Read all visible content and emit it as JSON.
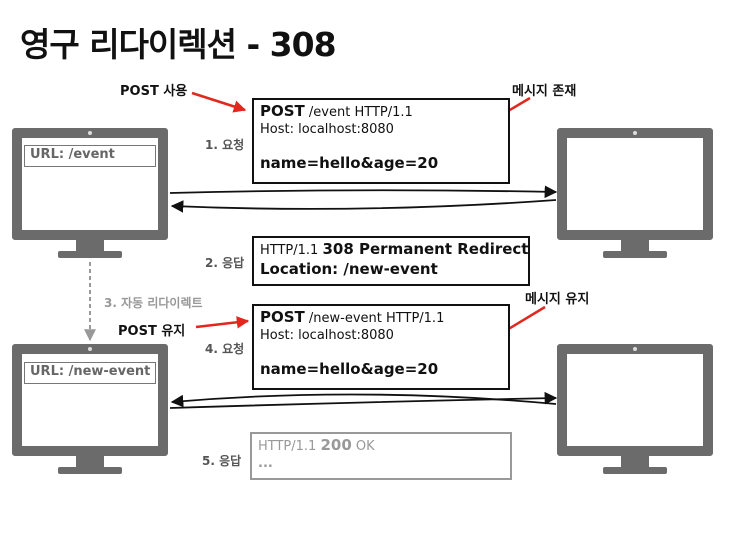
{
  "title": "영구 리다이렉션 - 308",
  "left_top_url": "URL: /event",
  "left_bottom_url": "URL: /new-event",
  "request1": {
    "method": "POST",
    "line1_rest": " /event HTTP/1.1",
    "host": "Host: localhost:8080",
    "body": "name=hello&age=20"
  },
  "response1": {
    "line1_prefix": "HTTP/1.1 ",
    "line1_main": "308 Permanent Redirect",
    "location": "Location: /new-event"
  },
  "request2": {
    "method": "POST",
    "line1_rest": " /new-event HTTP/1.1",
    "host": "Host: localhost:8080",
    "body": "name=hello&age=20"
  },
  "response2": {
    "line1_prefix": "HTTP/1.1 ",
    "line1_main": "200",
    "line1_suffix": " OK",
    "line2": "..."
  },
  "steps": {
    "s1": "1. 요청",
    "s2": "2. 응답",
    "s3": "3. 자동 리다이렉트",
    "s4": "4. 요청",
    "s5": "5. 응답"
  },
  "notes": {
    "post_use": "POST 사용",
    "message_exists": "메시지 존재",
    "post_keep": "POST 유지",
    "message_keep": "메시지 유지"
  },
  "colors": {
    "red": "#e0281e",
    "monitor": "#6b6b6b"
  }
}
